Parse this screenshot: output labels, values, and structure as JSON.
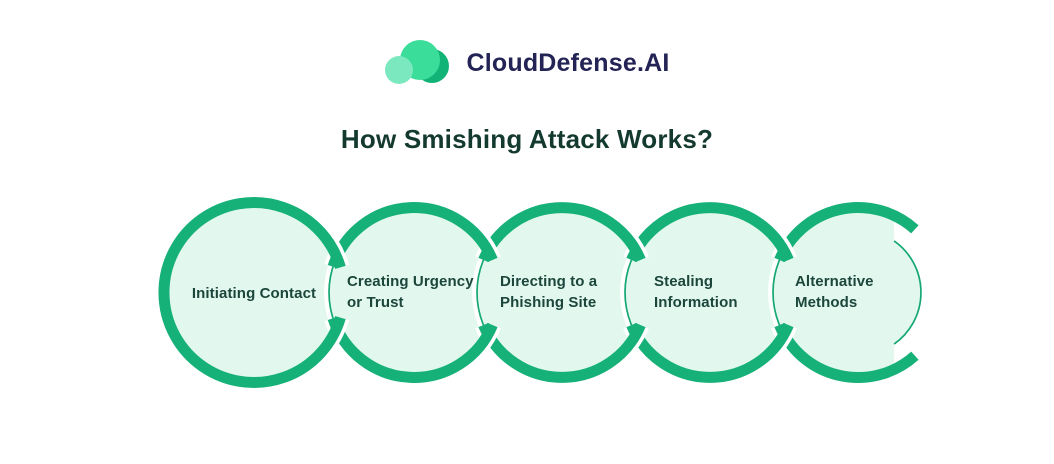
{
  "brand": {
    "name": "CloudDefense.AI"
  },
  "title": "How Smishing Attack Works?",
  "steps": [
    {
      "label": "Initiating Contact",
      "lines": [
        "Initiating Contact"
      ]
    },
    {
      "label": "Creating Urgency or Trust",
      "lines": [
        "Creating Urgency",
        "or Trust"
      ]
    },
    {
      "label": "Directing to a Phishing Site",
      "lines": [
        "Directing to a",
        "Phishing Site"
      ]
    },
    {
      "label": "Stealing Information",
      "lines": [
        "Stealing",
        "Information"
      ]
    },
    {
      "label": "Alternative Methods",
      "lines": [
        "Alternative",
        "Methods"
      ]
    }
  ],
  "colors": {
    "ring-green": "#16b179",
    "mint-fill": "#e2f8ee",
    "thin-line": "#16a874",
    "label-text": "#1c463b",
    "title-text": "#143a30",
    "brand-text": "#232355",
    "logo-big": "#3bdd9b",
    "logo-dark": "#12b377",
    "logo-light": "#7ce8c0",
    "bg": "#ffffff"
  }
}
